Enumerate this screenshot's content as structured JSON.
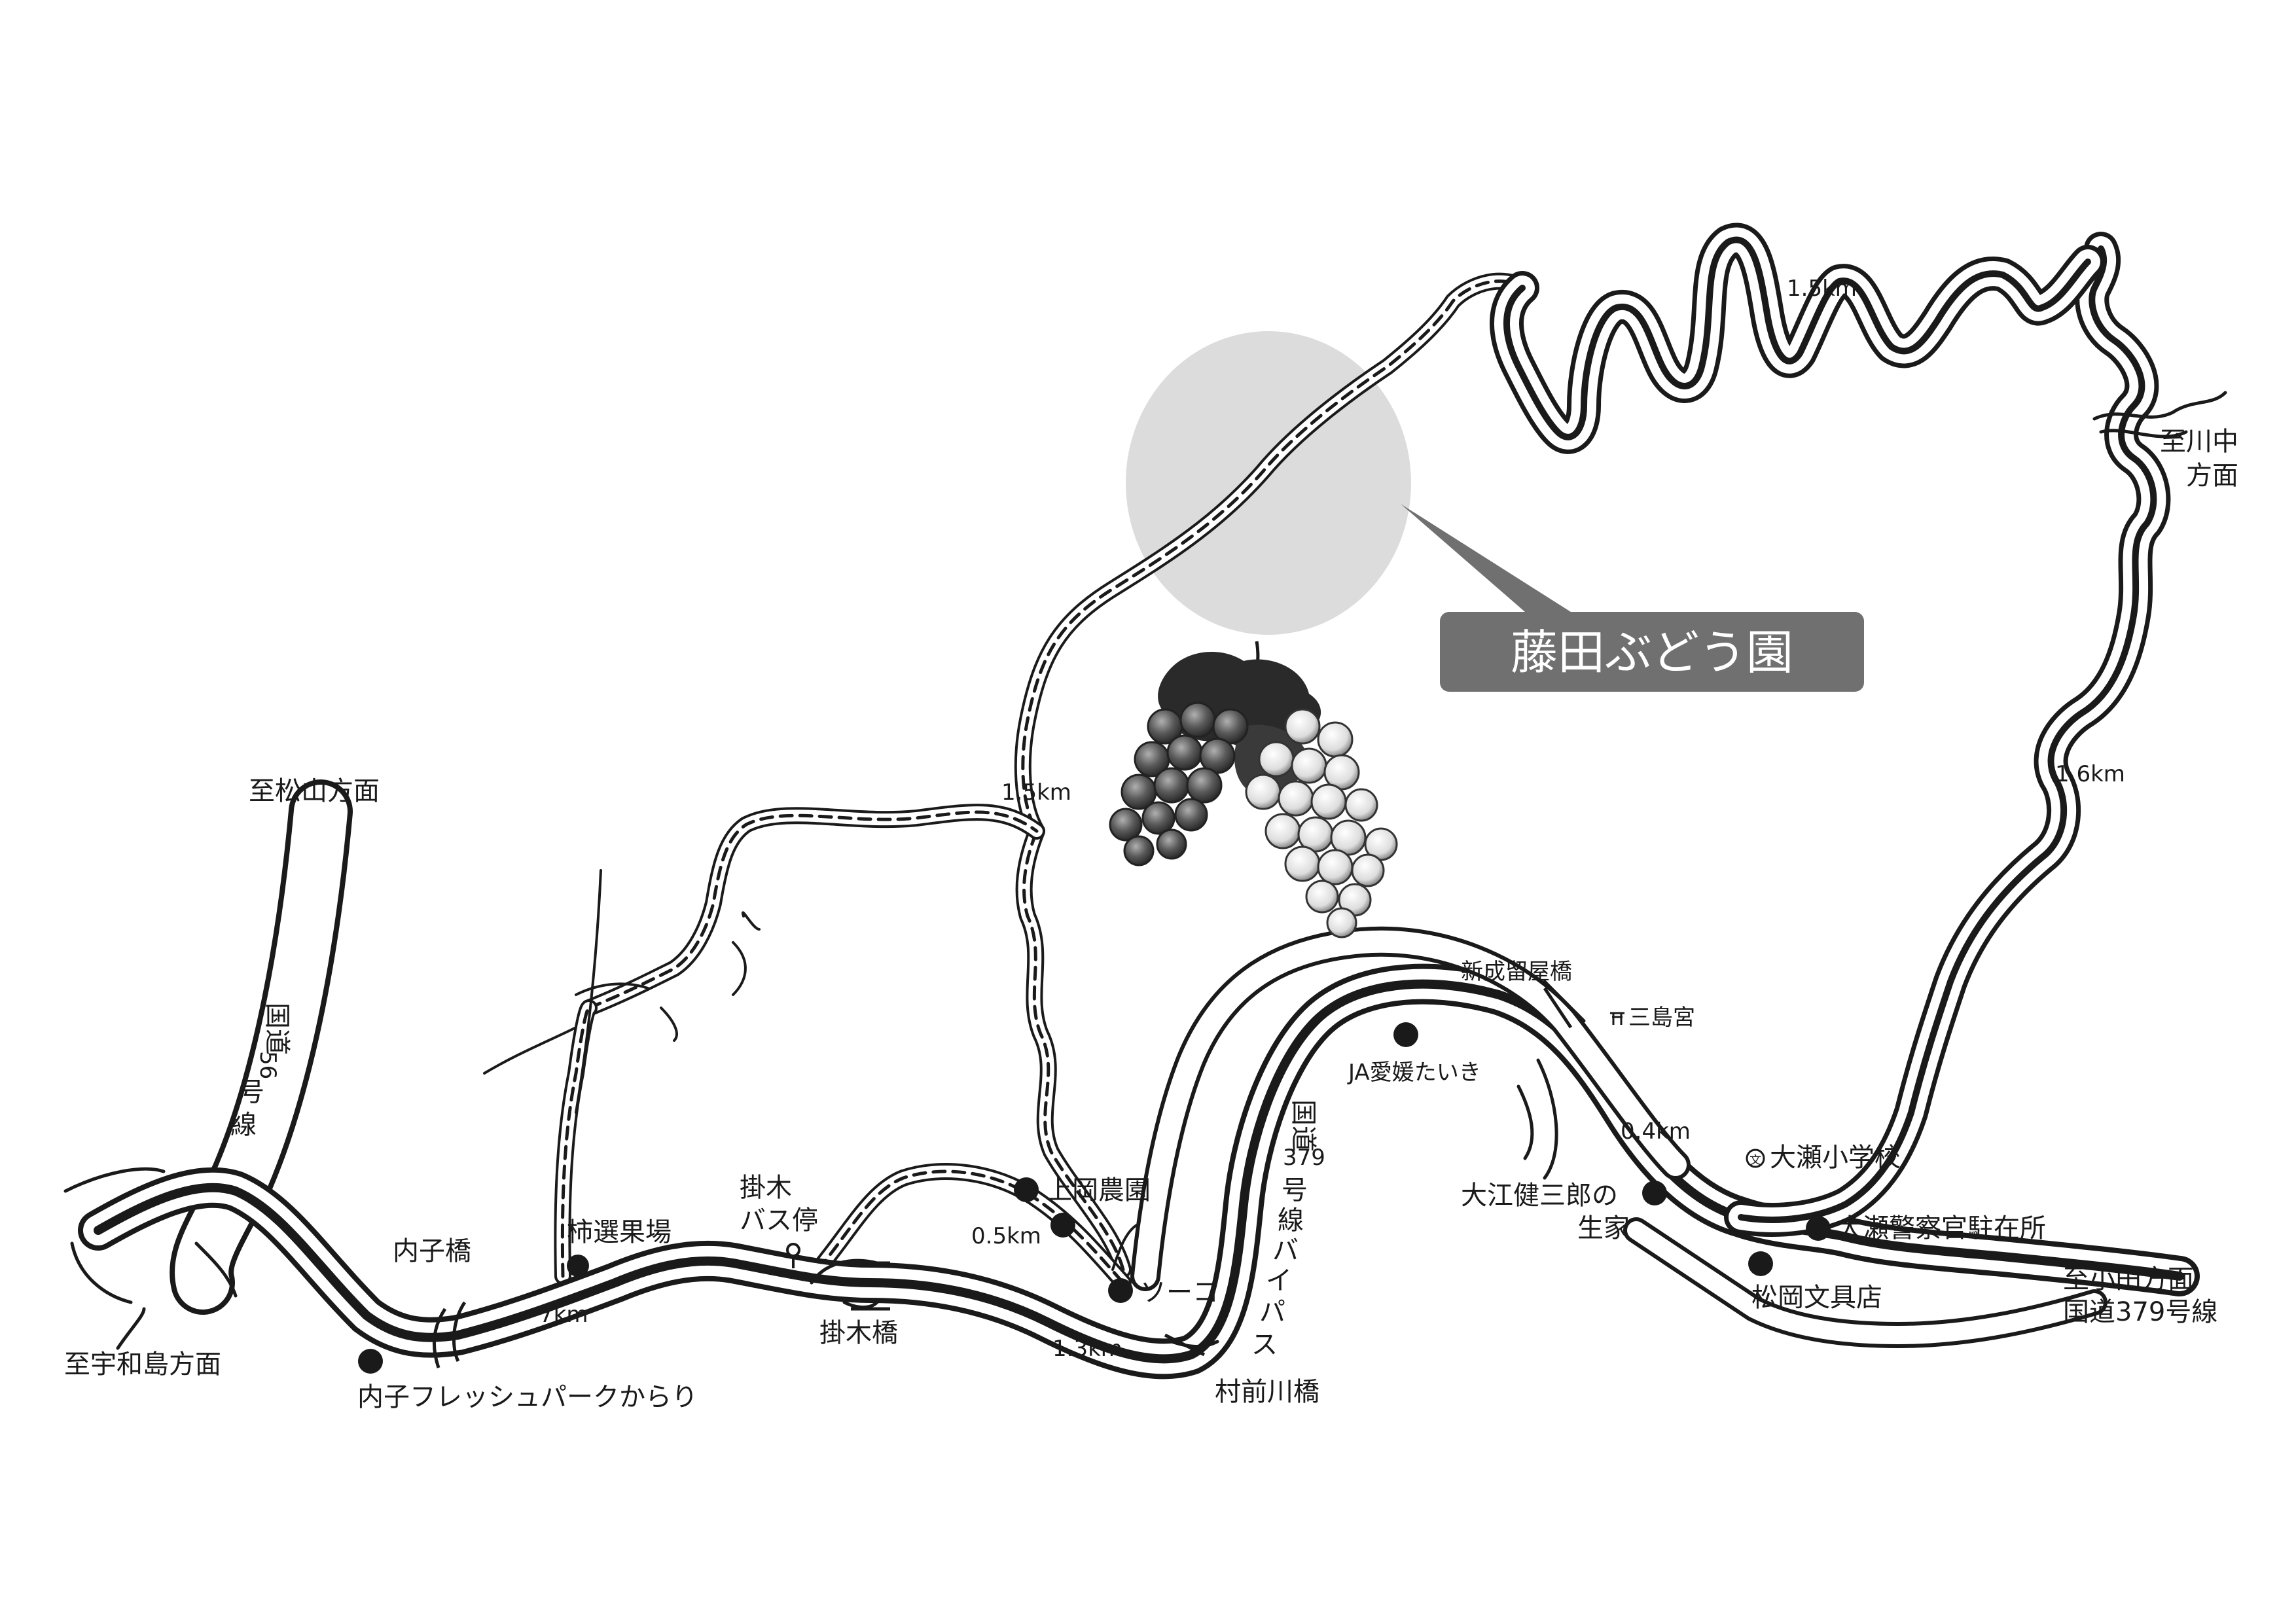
{
  "map": {
    "callout": {
      "label": "藤田ぶどう園",
      "bg_color": "#707070",
      "highlight_color": "#dcdcdc"
    },
    "directions": {
      "matsuyama": "至松山方面",
      "uwajima": "至宇和島方面",
      "kawauchi": [
        "至川中",
        "方面"
      ],
      "odamachi": [
        "至小田方面",
        "国道379号線"
      ]
    },
    "roads": {
      "route56": [
        "国道",
        "56",
        "号",
        "線"
      ],
      "route379": [
        "国道",
        "379",
        "号",
        "線",
        "バ",
        "イ",
        "パ",
        "ス"
      ]
    },
    "places": {
      "uchiko_bridge": "内子橋",
      "karari": "内子フレッシュパークからり",
      "kaki_senkaba": "柿選果場",
      "kakegi_bus": [
        "掛木",
        "バス停"
      ],
      "kakegi_bridge": "掛木橋",
      "kamioka_farm": "上岡農園",
      "soko": "ソーコ",
      "muramaegawa_bridge": "村前川橋",
      "shinnaruruya_bridge": "新成留屋橋",
      "mishima_shrine": "三島宮",
      "ja_ehime": "JA愛媛たいき",
      "oe_birthplace": [
        "大江健三郎の",
        "生家"
      ],
      "ose_school": "大瀬小学校",
      "ose_police": "大瀬警察官駐在所",
      "matsuoka_stationery": "松岡文具店"
    },
    "distances": {
      "d_7km": "7km",
      "d_13km": "1.3km",
      "d_05km": "0.5km",
      "d_15km_mid": "1.5km",
      "d_15km_top": "1.5km",
      "d_16km": "1.6km",
      "d_04km": "0.4km"
    }
  }
}
